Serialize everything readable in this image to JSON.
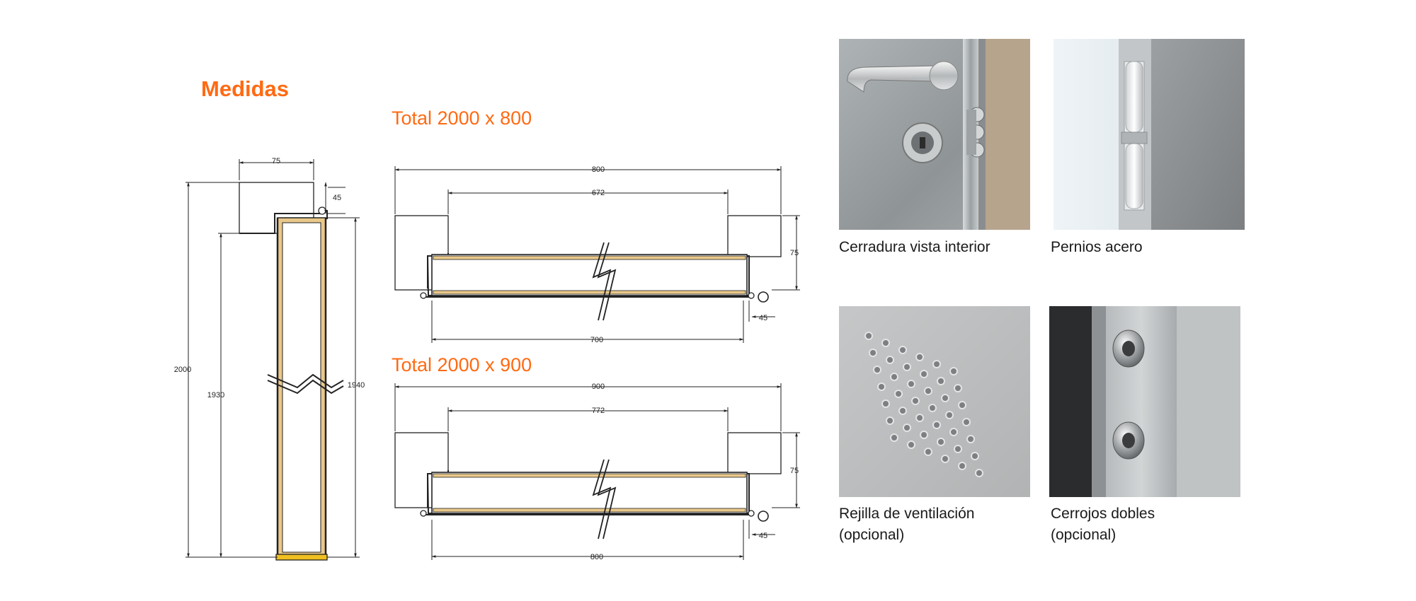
{
  "heading": "Medidas",
  "plan_800": {
    "title": "Total 2000 x 800",
    "dim_total": "800",
    "dim_inner": "672",
    "dim_bottom": "700",
    "dim_depth": "75",
    "dim_hinge": "45"
  },
  "plan_900": {
    "title": "Total 2000 x 900",
    "dim_total": "900",
    "dim_inner": "772",
    "dim_bottom": "800",
    "dim_depth": "75",
    "dim_hinge": "45"
  },
  "elevation": {
    "dim_top": "75",
    "dim_small": "45",
    "dim_height": "2000",
    "dim_left": "1930",
    "dim_right": "1940"
  },
  "photos": [
    {
      "caption_line1": "Cerradura vista interior",
      "caption_line2": ""
    },
    {
      "caption_line1": "Pernios acero",
      "caption_line2": ""
    },
    {
      "caption_line1": "Rejilla de ventilación",
      "caption_line2": "(opcional)"
    },
    {
      "caption_line1": "Cerrojos dobles",
      "caption_line2": "(opcional)"
    }
  ],
  "colors": {
    "accent": "#ff6a13",
    "wood": "#e9c88a",
    "line": "#222222"
  }
}
